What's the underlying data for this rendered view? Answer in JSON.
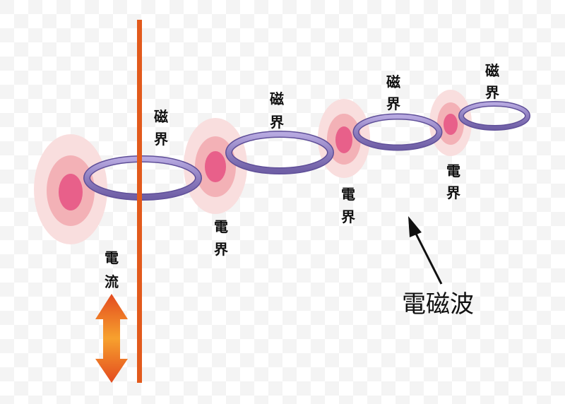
{
  "diagram": {
    "current_label_line1": "電",
    "current_label_line2": "流",
    "wave_label": "電磁波",
    "magnetic_label_line1": "磁",
    "magnetic_label_line2": "界",
    "electric_label_line1": "電",
    "electric_label_line2": "界"
  },
  "colors": {
    "wire": "#e25a1c",
    "ring": "#8f7fc0",
    "field_outer": "#f8d8d8",
    "field_mid": "#f3b0b5",
    "field_core": "#e8608a",
    "arrow_top": "#e34a1f",
    "arrow_mid": "#f7a12e",
    "text": "#111111"
  },
  "icons": {
    "current_direction": "double-headed-vertical-arrow",
    "wave_pointer": "pointer-arrow"
  }
}
